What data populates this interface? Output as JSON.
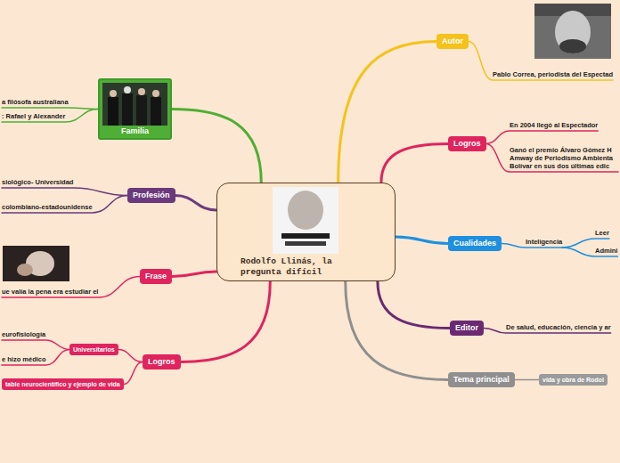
{
  "diagram": {
    "nodes": [
      {
        "text": [
          "Rodolfo Llinás, la pregunta difícil"
        ]
      },
      {
        "text": [
          "Autor"
        ]
      },
      {
        "text": [
          "Pablo Correa, periodista del Espectad"
        ]
      },
      {
        "text": [
          "Logros"
        ]
      },
      {
        "text": [
          "En 2004 llegó al Espectador"
        ]
      },
      {
        "text": [
          "Ganó el premio Álvaro Gómez H Amway de Periodismo Ambienta Bolívar en sus dos últimas edic"
        ]
      },
      {
        "text": [
          "Cualidades"
        ]
      },
      {
        "text": [
          "Inteligencia"
        ]
      },
      {
        "text": [
          "Leer"
        ]
      },
      {
        "text": [
          "Admini"
        ]
      },
      {
        "text": [
          "Editor"
        ]
      },
      {
        "text": [
          "De salud, educación, ciencia y ar"
        ]
      },
      {
        "text": [
          "Tema principal"
        ]
      },
      {
        "text": [
          "vida y obra de Rodol"
        ]
      },
      {
        "text": [
          "Familia"
        ]
      },
      {
        "text": [
          "a filósofa australiana"
        ]
      },
      {
        "text": [
          ": Rafael y Alexander"
        ]
      },
      {
        "text": [
          "Profesión"
        ]
      },
      {
        "text": [
          "siológico- Universidad"
        ]
      },
      {
        "text": [
          "colombiano-estadounidense"
        ]
      },
      {
        "text": [
          "Frase"
        ]
      },
      {
        "text": [
          "ue valía la pena era estudiar el"
        ]
      },
      {
        "text": [
          "Logros"
        ]
      },
      {
        "text": [
          "Universitarios"
        ]
      },
      {
        "text": [
          "eurofisiología"
        ]
      },
      {
        "text": [
          "e hizo médico"
        ]
      },
      {
        "text": [
          "table neurocientífico y ejemplo de vida"
        ]
      }
    ],
    "edges": [
      {
        "from": 0,
        "to": 1,
        "arrow": "none"
      },
      {
        "from": 1,
        "to": 2,
        "arrow": "none"
      },
      {
        "from": 0,
        "to": 3,
        "arrow": "none"
      },
      {
        "from": 3,
        "to": 4,
        "arrow": "none"
      },
      {
        "from": 3,
        "to": 5,
        "arrow": "none"
      },
      {
        "from": 0,
        "to": 6,
        "arrow": "none"
      },
      {
        "from": 6,
        "to": 7,
        "arrow": "none"
      },
      {
        "from": 7,
        "to": 8,
        "arrow": "none"
      },
      {
        "from": 7,
        "to": 9,
        "arrow": "none"
      },
      {
        "from": 0,
        "to": 10,
        "arrow": "none"
      },
      {
        "from": 10,
        "to": 11,
        "arrow": "none"
      },
      {
        "from": 0,
        "to": 12,
        "arrow": "none"
      },
      {
        "from": 12,
        "to": 13,
        "arrow": "none"
      },
      {
        "from": 0,
        "to": 14,
        "arrow": "none"
      },
      {
        "from": 14,
        "to": 15,
        "arrow": "none"
      },
      {
        "from": 14,
        "to": 16,
        "arrow": "none"
      },
      {
        "from": 0,
        "to": 17,
        "arrow": "none"
      },
      {
        "from": 17,
        "to": 18,
        "arrow": "none"
      },
      {
        "from": 17,
        "to": 19,
        "arrow": "none"
      },
      {
        "from": 0,
        "to": 20,
        "arrow": "none"
      },
      {
        "from": 20,
        "to": 21,
        "arrow": "none"
      },
      {
        "from": 0,
        "to": 22,
        "arrow": "none"
      },
      {
        "from": 22,
        "to": 23,
        "arrow": "none"
      },
      {
        "from": 23,
        "to": 24,
        "arrow": "none"
      },
      {
        "from": 23,
        "to": 25,
        "arrow": "none"
      },
      {
        "from": 22,
        "to": 26,
        "arrow": "none"
      }
    ]
  }
}
